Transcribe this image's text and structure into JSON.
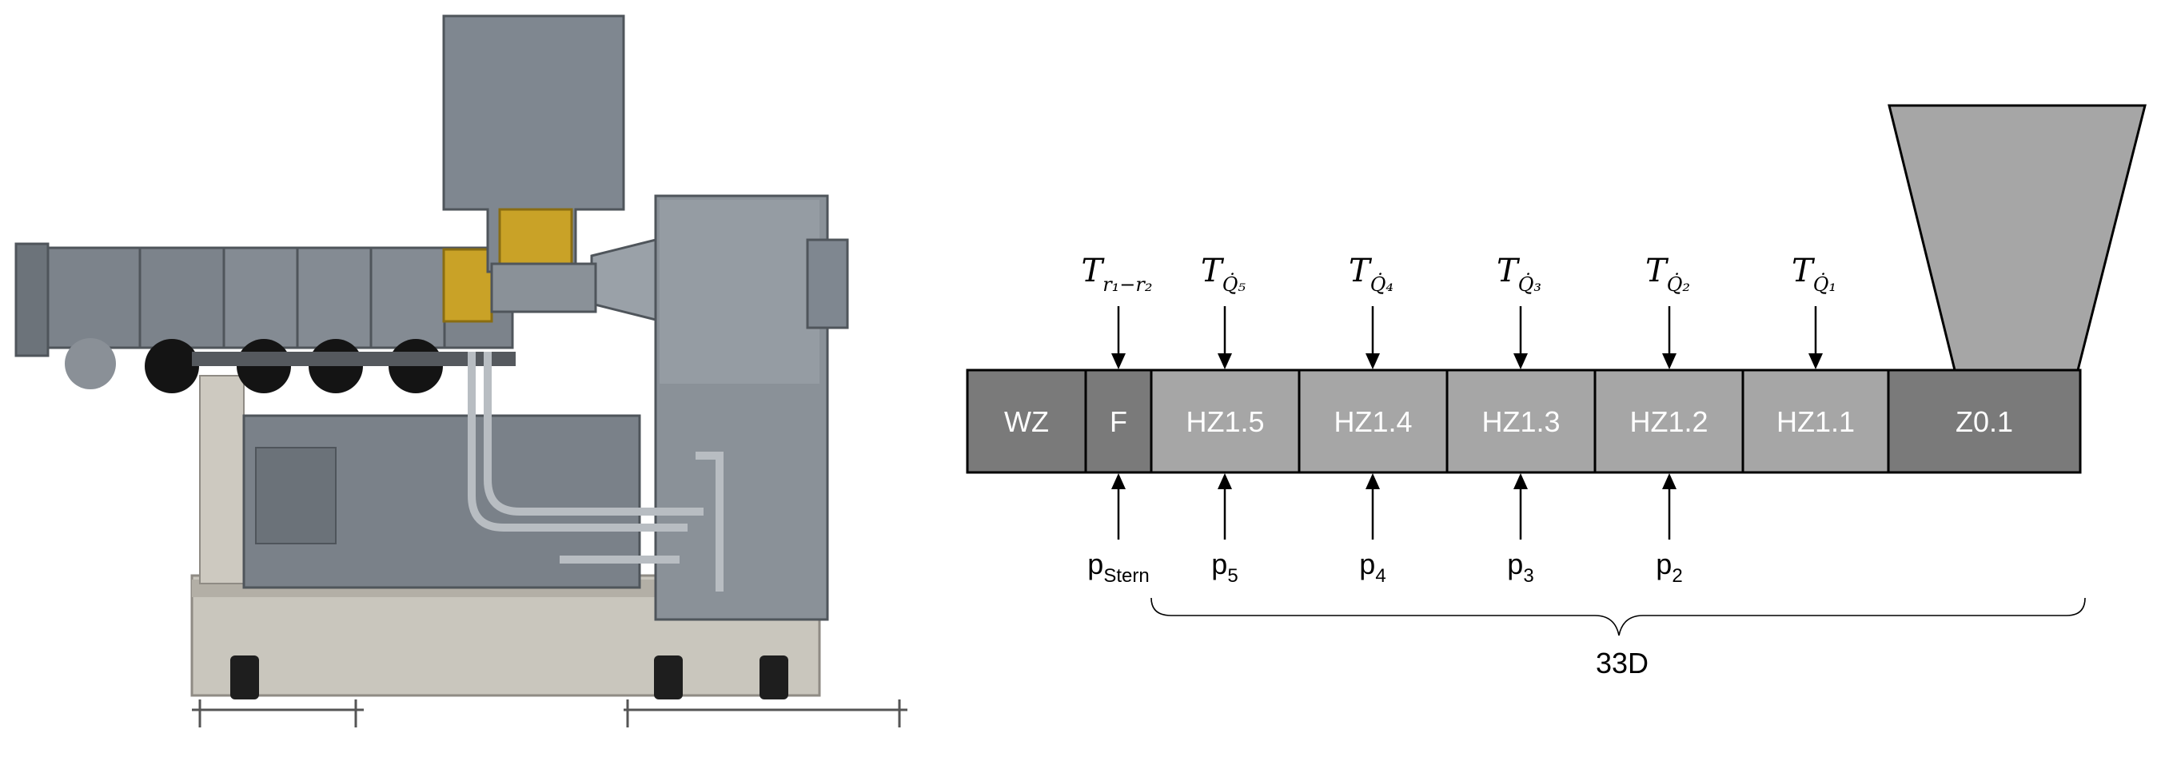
{
  "zones": [
    {
      "label": "WZ",
      "fill": "#7a7a7a"
    },
    {
      "label": "F",
      "fill": "#7a7a7a"
    },
    {
      "label": "HZ1.5",
      "fill": "#a6a6a6"
    },
    {
      "label": "HZ1.4",
      "fill": "#a6a6a6"
    },
    {
      "label": "HZ1.3",
      "fill": "#a6a6a6"
    },
    {
      "label": "HZ1.2",
      "fill": "#a6a6a6"
    },
    {
      "label": "HZ1.1",
      "fill": "#a6a6a6"
    },
    {
      "label": "Z0.1",
      "fill": "#7a7a7a"
    }
  ],
  "temperature_labels": [
    {
      "T": "T",
      "sub": "r₁−r₂"
    },
    {
      "T": "T",
      "sub": "Q̇₅"
    },
    {
      "T": "T",
      "sub": "Q̇₄"
    },
    {
      "T": "T",
      "sub": "Q̇₃"
    },
    {
      "T": "T",
      "sub": "Q̇₂"
    },
    {
      "T": "T",
      "sub": "Q̇₁"
    }
  ],
  "pressure_labels": [
    {
      "p": "p",
      "sub": "Stern"
    },
    {
      "p": "p",
      "sub": "5"
    },
    {
      "p": "p",
      "sub": "4"
    },
    {
      "p": "p",
      "sub": "3"
    },
    {
      "p": "p",
      "sub": "2"
    }
  ],
  "length_label": "33D",
  "colors": {
    "outline": "#000000",
    "hopper": "#a6a6a6",
    "machine_body": "#7f8790",
    "machine_dark": "#5b626a",
    "frame": "#c8c4bb",
    "gold": "#c9a227",
    "black": "#1a1a1a"
  }
}
